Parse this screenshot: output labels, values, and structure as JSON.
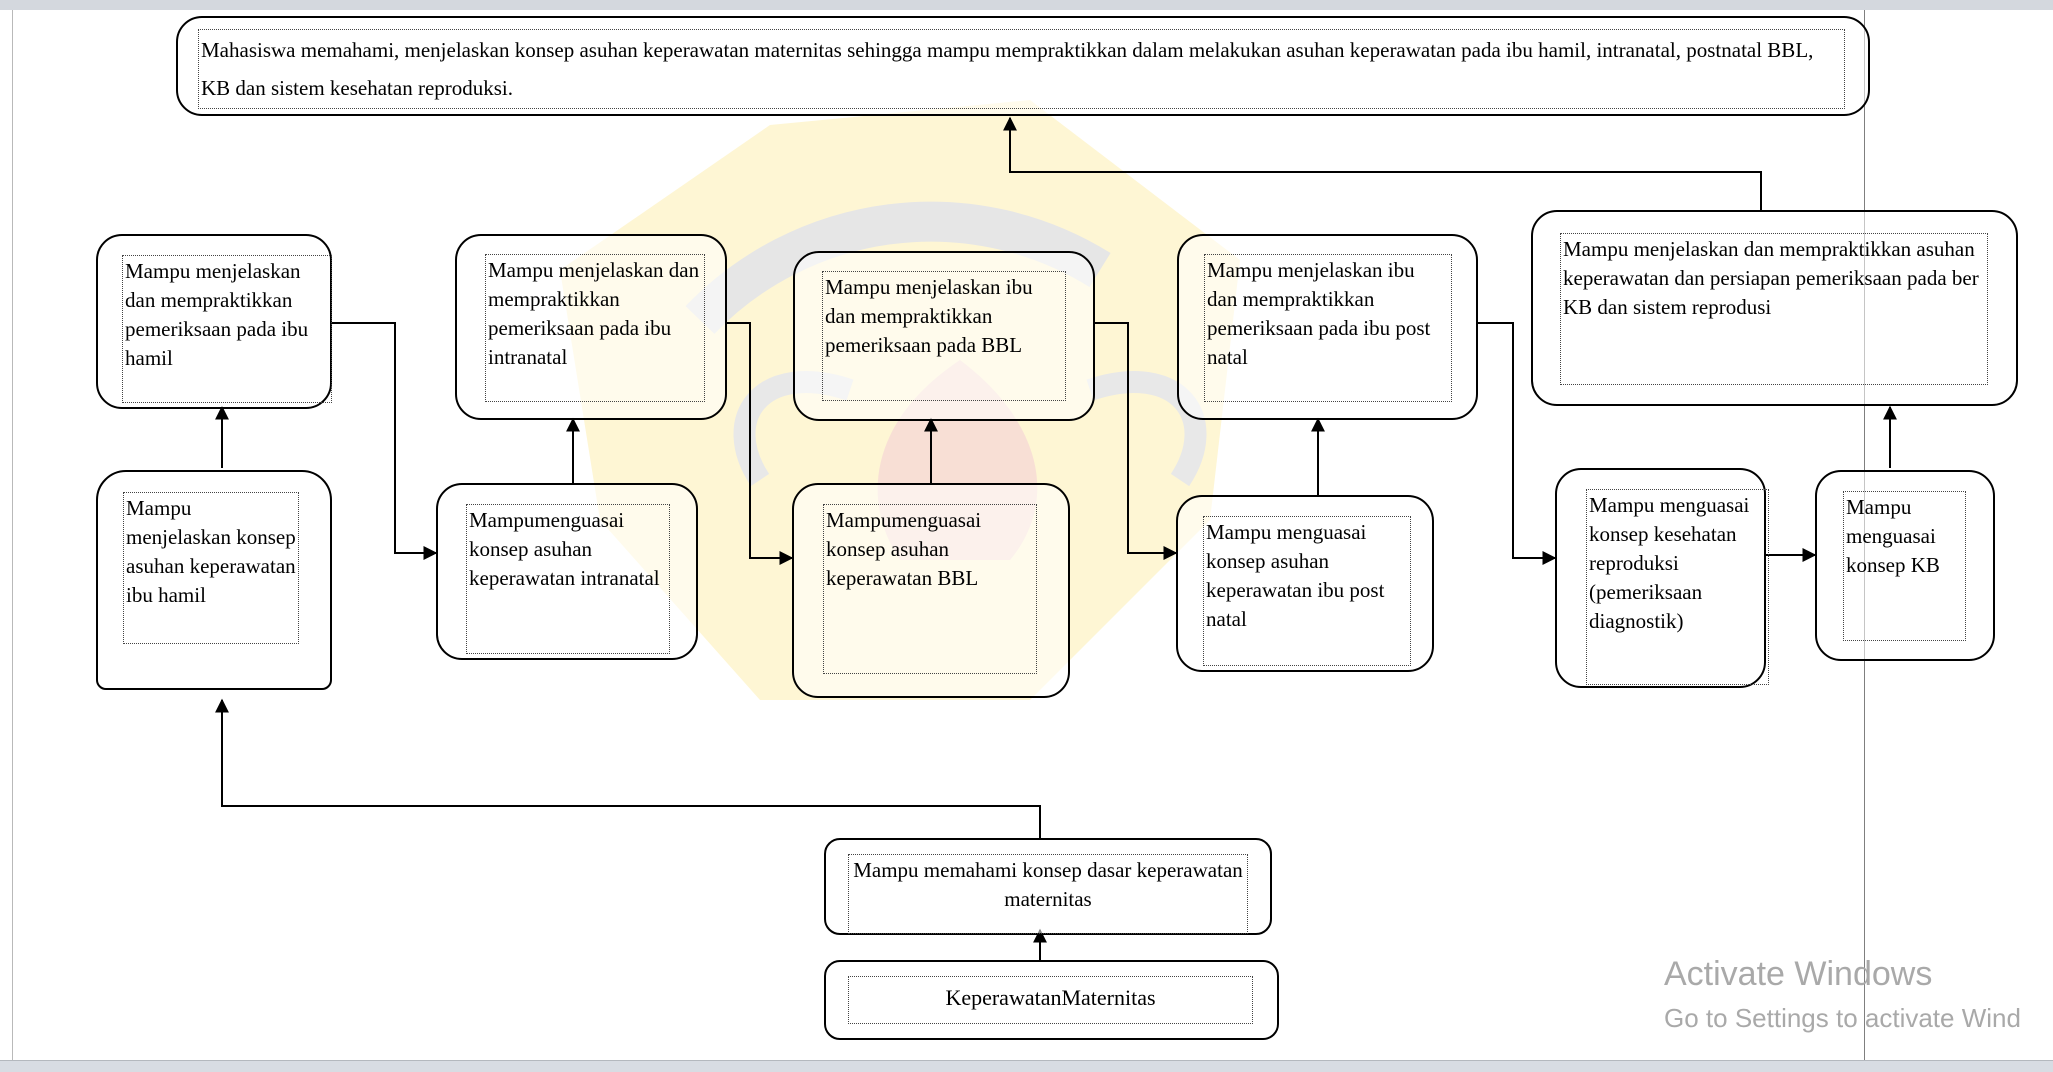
{
  "diagram": {
    "goal": "Mahasiswa memahami, menjelaskan konsep asuhan keperawatan maternitas sehingga mampu mempraktikkan dalam melakukan asuhan keperawatan pada ibu hamil, intranatal, postnatal BBL, KB dan sistem kesehatan reproduksi.",
    "upper": [
      "Mampu menjelaskan dan mempraktikkan pemeriksaan pada ibu hamil",
      "Mampu menjelaskan dan mempraktikkan pemeriksaan pada ibu intranatal",
      "Mampu menjelaskan ibu dan mempraktikkan pemeriksaan pada BBL",
      "Mampu menjelaskan ibu dan mempraktikkan pemeriksaan pada ibu post natal",
      "Mampu menjelaskan dan mempraktikkan asuhan keperawatan dan persiapan pemeriksaan pada  ber KB  dan sistem reprodusi"
    ],
    "lower": [
      "Mampu menjelaskan konsep asuhan keperawatan ibu hamil",
      "Mampumenguasai konsep asuhan keperawatan intranatal",
      "Mampumenguasai konsep asuhan keperawatan BBL",
      "Mampu menguasai konsep asuhan keperawatan ibu post natal",
      "Mampu menguasai konsep kesehatan reproduksi (pemeriksaan diagnostik)",
      "Mampu menguasai konsep KB"
    ],
    "basic": "Mampu memahami  konsep dasar keperawatan maternitas",
    "root": "KeperawatanMaternitas"
  },
  "watermark": {
    "line1": "Activate Windows",
    "line2": "Go to Settings to activate Wind"
  },
  "colors": {
    "line": "#000000",
    "watermark_text": "#a9a9a9",
    "logo_yellow": "#fdf3c6",
    "logo_red": "#f5d6d6",
    "logo_gray": "#e8e8e8"
  }
}
